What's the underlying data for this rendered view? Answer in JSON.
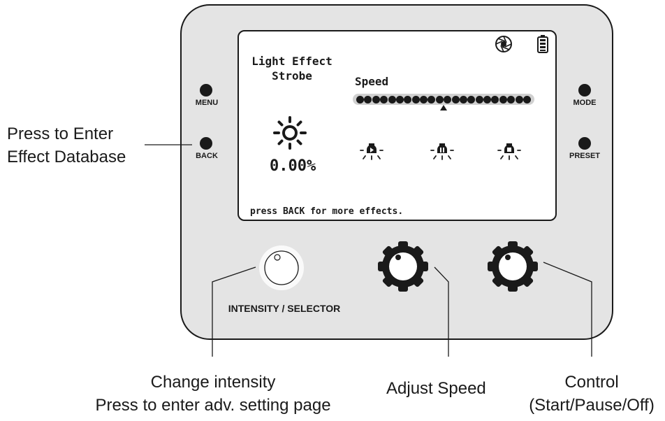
{
  "screen": {
    "effect_title_line1": "Light Effect",
    "effect_title_line2": "Strobe",
    "speed_label": "Speed",
    "speed_scale": {
      "dot_count": 22,
      "pointer_fraction": 0.5
    },
    "intensity_value": "0.00%",
    "hint": "press BACK for more effects.",
    "status_icons": [
      "aperture-icon",
      "battery-icon"
    ],
    "control_icons": [
      "bulb-play-icon",
      "bulb-pause-icon",
      "bulb-stop-icon"
    ]
  },
  "buttons": {
    "menu": "MENU",
    "back": "BACK",
    "mode": "MODE",
    "preset": "PRESET"
  },
  "knobs": {
    "intensity_label": "INTENSITY / SELECTOR"
  },
  "callouts": {
    "back_line1": "Press to Enter",
    "back_line2": "Effect Database",
    "intensity_line1": "Change intensity",
    "intensity_line2": "Press to enter adv. setting page",
    "speed": "Adjust Speed",
    "control_line1": "Control",
    "control_line2": "(Start/Pause/Off)"
  },
  "colors": {
    "device_body": "#e4e4e4",
    "screen_bg": "#ffffff",
    "ink": "#1a1a1a"
  }
}
